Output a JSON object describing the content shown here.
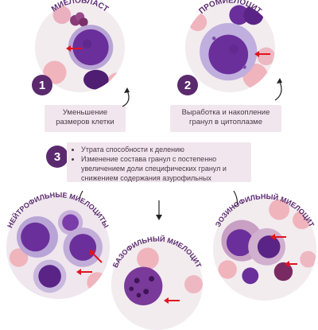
{
  "labels": {
    "myeloblast": "МИЕЛОБЛАСТ",
    "promyelocyte": "ПРОМИЕЛОЦИТ",
    "neutrophilic": "НЕЙТРОФИЛЬНЫЕ МИЕЛОЦИТЫ",
    "basophilic": "БАЗОФИЛЬНЫЙ МИЕЛОЦИТ",
    "eosinophilic": "ЭОЗИНОФИЛЬНЫЙ МИЕЛОЦИТ"
  },
  "steps": [
    {
      "number": "1",
      "text": "Уменьшение размеров клетки"
    },
    {
      "number": "2",
      "text": "Выработка и накопление гранул в цитоплазме"
    },
    {
      "number": "3",
      "bullets": [
        "Утрата способности к делению",
        "Изменение состава гранул с постепенно увеличением доли специфических гранул и снижением содержания азурофильных"
      ]
    }
  ],
  "colors": {
    "accent": "#5b2a6e",
    "label_box": "#f1e6ee",
    "pointer_arrow": "#e0141e",
    "cell_nucleus": "#6a2f9a",
    "cell_cytoplasm": "#b9a4d6",
    "red_cell": "#f0b4bc"
  },
  "icons": [
    "curved-arrow-up-icon",
    "down-arrow-icon",
    "red-pointer-arrow-icon"
  ]
}
